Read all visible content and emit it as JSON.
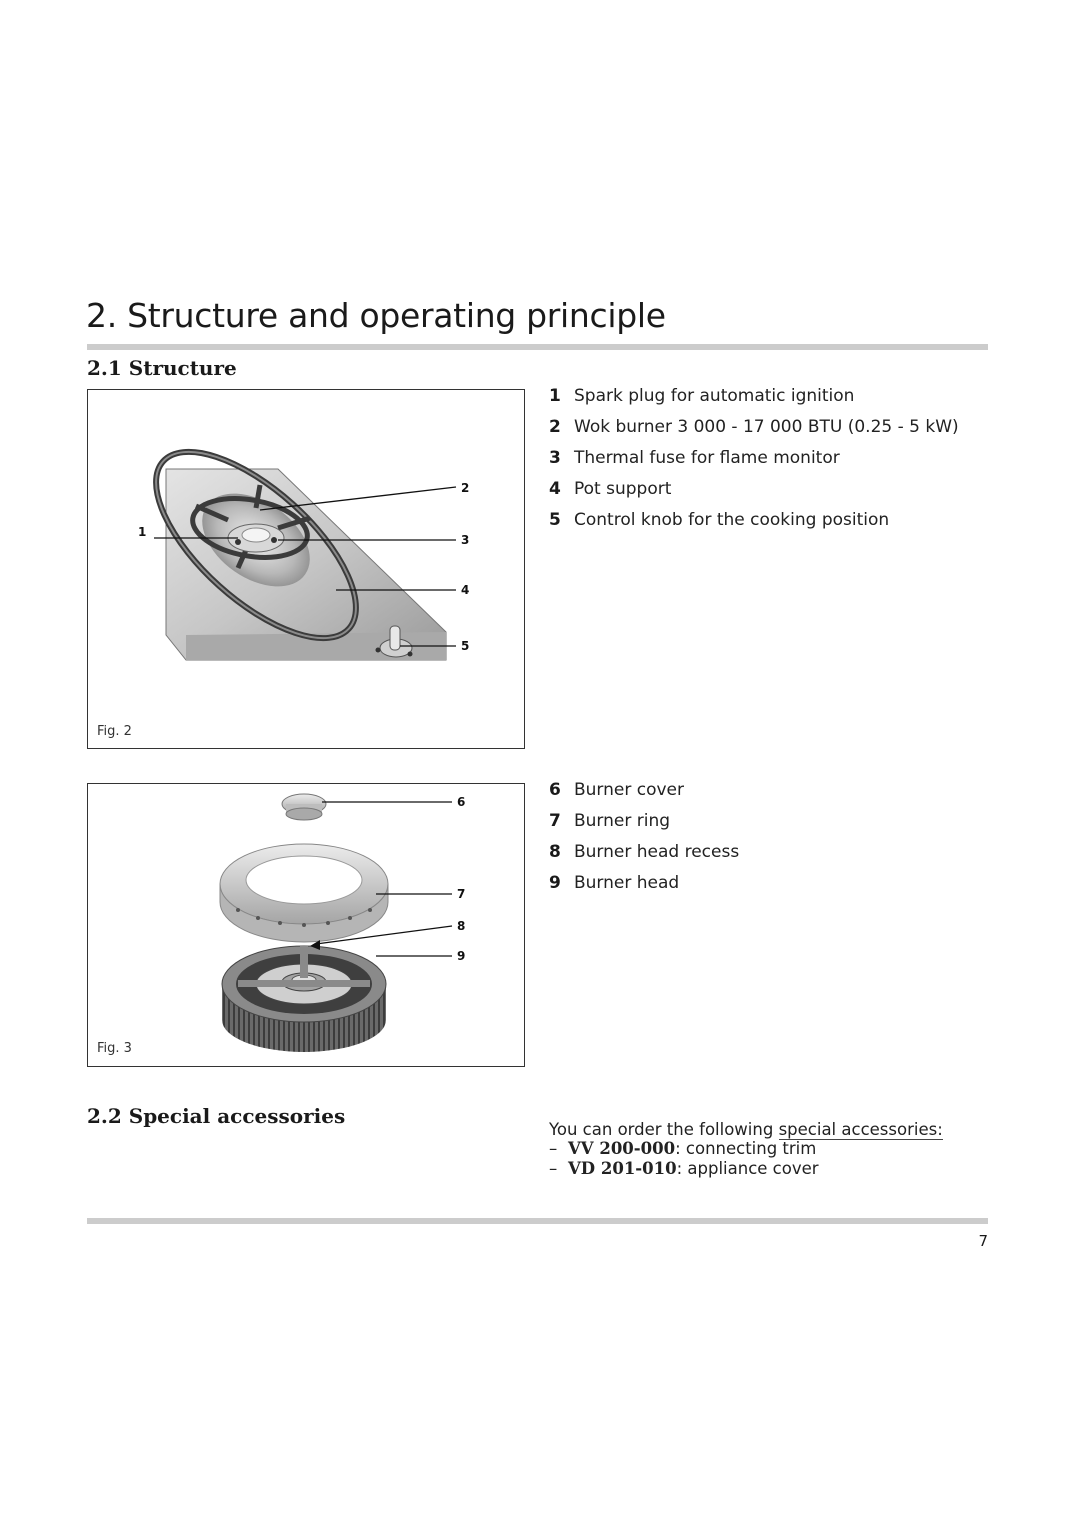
{
  "page": {
    "title": "2. Structure and operating principle",
    "page_number": "7"
  },
  "structure": {
    "heading": "2.1 Structure",
    "fig2": {
      "caption": "Fig. 2",
      "callouts": [
        "1",
        "2",
        "3",
        "4",
        "5"
      ]
    },
    "fig3": {
      "caption": "Fig. 3",
      "callouts": [
        "6",
        "7",
        "8",
        "9"
      ]
    },
    "legend_a": [
      {
        "num": "1",
        "text": "Spark plug for automatic ignition"
      },
      {
        "num": "2",
        "text": "Wok burner 3 000 - 17 000 BTU (0.25 - 5 kW)"
      },
      {
        "num": "3",
        "text": "Thermal fuse for flame monitor"
      },
      {
        "num": "4",
        "text": "Pot support"
      },
      {
        "num": "5",
        "text": "Control knob for the cooking position"
      }
    ],
    "legend_b": [
      {
        "num": "6",
        "text": "Burner cover"
      },
      {
        "num": "7",
        "text": "Burner ring"
      },
      {
        "num": "8",
        "text": "Burner head recess"
      },
      {
        "num": "9",
        "text": "Burner head"
      }
    ]
  },
  "accessories": {
    "heading": "2.2 Special accessories",
    "intro_before": "You can order the following ",
    "intro_underlined": "special accessories:",
    "items": [
      {
        "dash": "–",
        "code": "VV 200-000",
        "text": ": connecting trim"
      },
      {
        "dash": "–",
        "code": "VD 201-010",
        "text": ": appliance cover"
      }
    ]
  }
}
